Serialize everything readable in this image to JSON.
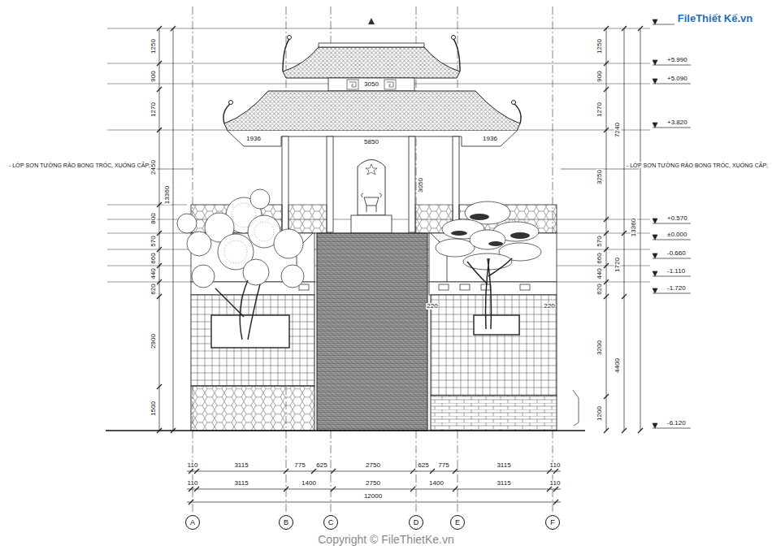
{
  "diagram": {
    "nodes": [
      {
        "text": [
          "A"
        ]
      },
      {
        "text": [
          "B"
        ]
      },
      {
        "text": [
          "C"
        ]
      },
      {
        "text": [
          "D"
        ]
      },
      {
        "text": [
          "E"
        ]
      },
      {
        "text": [
          "F"
        ]
      }
    ],
    "labels": [
      "FileThiết Kế.vn",
      "- LỚP SƠN TƯỜNG RÀO BONG TRÓC, XUỐNG CẤP;",
      "1250",
      "900",
      "1270",
      "2450",
      "800",
      "570",
      "660",
      "440",
      "620",
      "2900",
      "1500",
      "13360",
      "- LỚP SƠN TƯỜNG RÀO BONG TRÓC, XUỐNG CẤP;",
      "1250",
      "900",
      "1270",
      "3250",
      "570",
      "660",
      "440",
      "620",
      "3200",
      "1200",
      "7240",
      "13360",
      "1720",
      "4400",
      "+5.990",
      "+5.090",
      "+3.820",
      "+0.570",
      "±0.000",
      "-0.660",
      "-1.110",
      "-1.720",
      "-6.120",
      "3050",
      "5850",
      "3050",
      "1936",
      "1936",
      "220",
      "220",
      "110",
      "3115",
      "775",
      "625",
      "2750",
      "625",
      "775",
      "3115",
      "110",
      "110",
      "3115",
      "1400",
      "2750",
      "1400",
      "3115",
      "110",
      "12000",
      "Copyright © FileThietKe.vn"
    ]
  }
}
